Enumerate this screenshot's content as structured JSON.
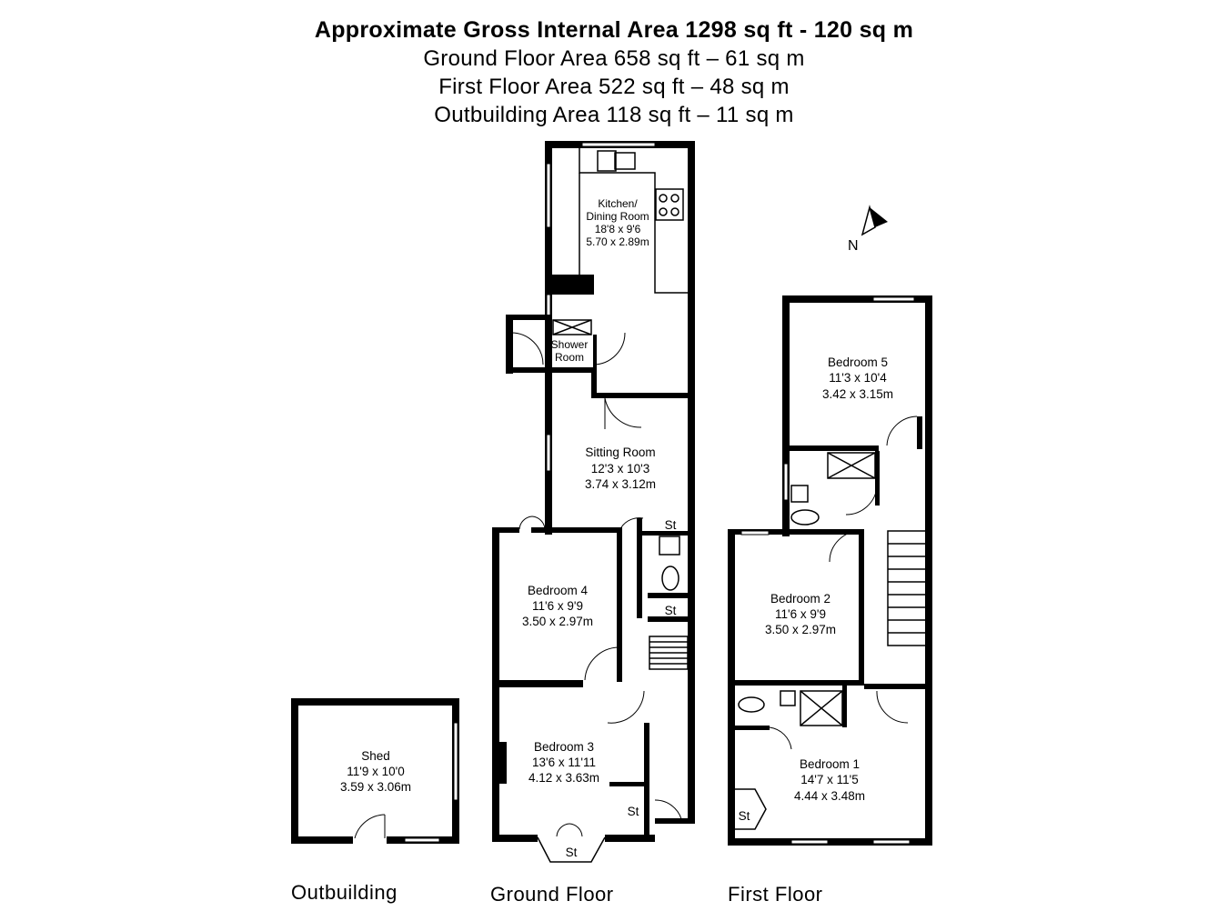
{
  "header": {
    "total": "Approximate Gross Internal Area 1298 sq ft - 120 sq m",
    "ground": "Ground Floor Area 658 sq ft – 61 sq m",
    "first": "First Floor Area 522 sq ft – 48 sq m",
    "outbuilding": "Outbuilding Area 118 sq ft – 11 sq m"
  },
  "compass": {
    "label": "N"
  },
  "rooms": {
    "kitchen": {
      "name1": "Kitchen/",
      "name2": "Dining Room",
      "imperial": "18'8 x 9'6",
      "metric": "5.70 x 2.89m"
    },
    "shower": {
      "name1": "Shower",
      "name2": "Room"
    },
    "sitting": {
      "name": "Sitting Room",
      "imperial": "12'3 x 10'3",
      "metric": "3.74 x 3.12m"
    },
    "bed4": {
      "name": "Bedroom 4",
      "imperial": "11'6 x 9'9",
      "metric": "3.50 x 2.97m"
    },
    "bed3": {
      "name": "Bedroom 3",
      "imperial": "13'6 x 11'11",
      "metric": "4.12 x 3.63m"
    },
    "bed5": {
      "name": "Bedroom 5",
      "imperial": "11'3 x 10'4",
      "metric": "3.42 x 3.15m"
    },
    "bed2": {
      "name": "Bedroom 2",
      "imperial": "11'6 x 9'9",
      "metric": "3.50 x 2.97m"
    },
    "bed1": {
      "name": "Bedroom 1",
      "imperial": "14'7 x 11'5",
      "metric": "4.44 x 3.48m"
    },
    "shed": {
      "name": "Shed",
      "imperial": "11'9 x 10'0",
      "metric": "3.59 x 3.06m"
    },
    "store": "St"
  },
  "floors": {
    "outbuilding": "Outbuilding",
    "ground": "Ground Floor",
    "first": "First Floor"
  }
}
